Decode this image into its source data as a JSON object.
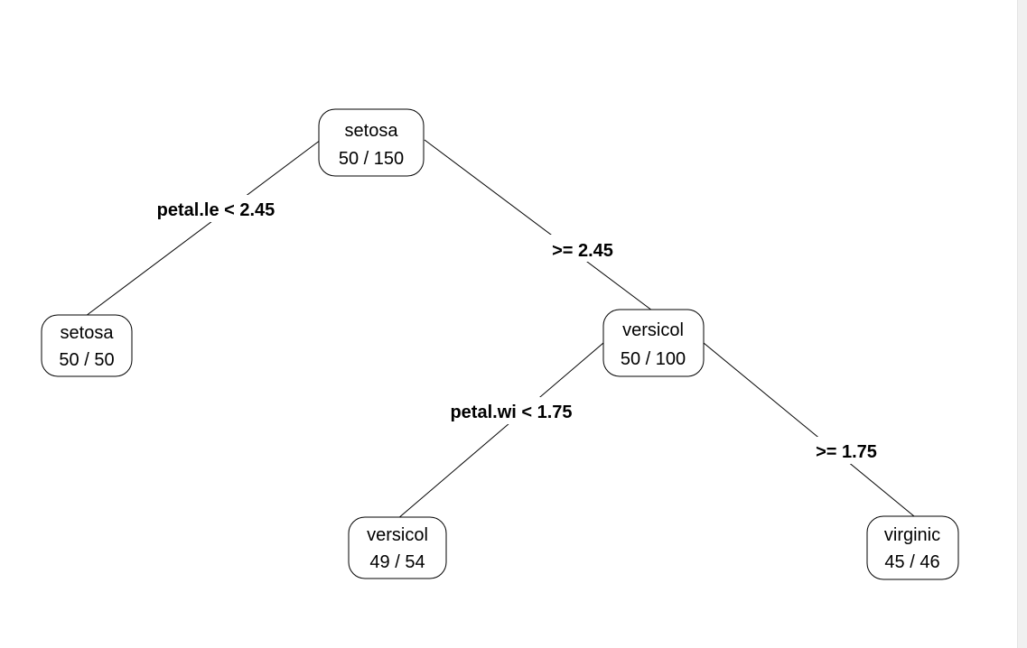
{
  "tree": {
    "nodes": [
      {
        "id": "root",
        "class_label": "setosa",
        "count": "50 / 150"
      },
      {
        "id": "left_leaf",
        "class_label": "setosa",
        "count": "50 / 50"
      },
      {
        "id": "right_internal",
        "class_label": "versicol",
        "count": "50 / 100"
      },
      {
        "id": "rl_leaf",
        "class_label": "versicol",
        "count": "49 / 54"
      },
      {
        "id": "rr_leaf",
        "class_label": "virginic",
        "count": "45 / 46"
      }
    ],
    "edges": [
      {
        "id": "root_left",
        "from": "root",
        "to": "left_leaf",
        "label": "petal.le < 2.45"
      },
      {
        "id": "root_right",
        "from": "root",
        "to": "right_internal",
        "label": ">= 2.45"
      },
      {
        "id": "int_left",
        "from": "right_internal",
        "to": "rl_leaf",
        "label": "petal.wi < 1.75"
      },
      {
        "id": "int_right",
        "from": "right_internal",
        "to": "rr_leaf",
        "label": ">= 1.75"
      }
    ]
  }
}
